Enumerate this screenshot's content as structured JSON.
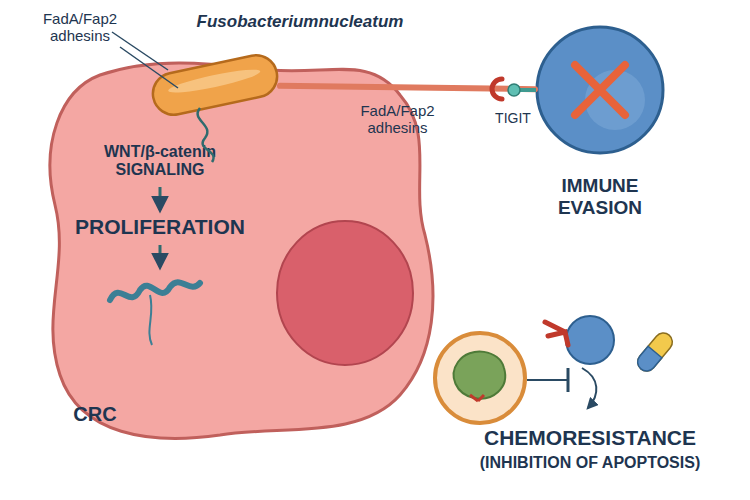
{
  "diagram": {
    "nodes": [
      {
        "text": [
          "WNT/β-catenin SIGNALING",
          "PROLIFERATION",
          "CRC"
        ]
      },
      {
        "text": [
          "Fusobacteriumnucleatum"
        ]
      },
      {
        "text": [
          "IMMUNE EVASION"
        ]
      }
    ],
    "edges": [
      {
        "from": 1,
        "to": 2,
        "arrow": "none",
        "label": "FadA/Fap2 adhesins"
      }
    ],
    "labels": [
      "FadA/Fap2 adhesins",
      "TIGIT",
      "CHEMORESISTANCE",
      "(INHIBITION OF APOPTOSIS)"
    ]
  }
}
